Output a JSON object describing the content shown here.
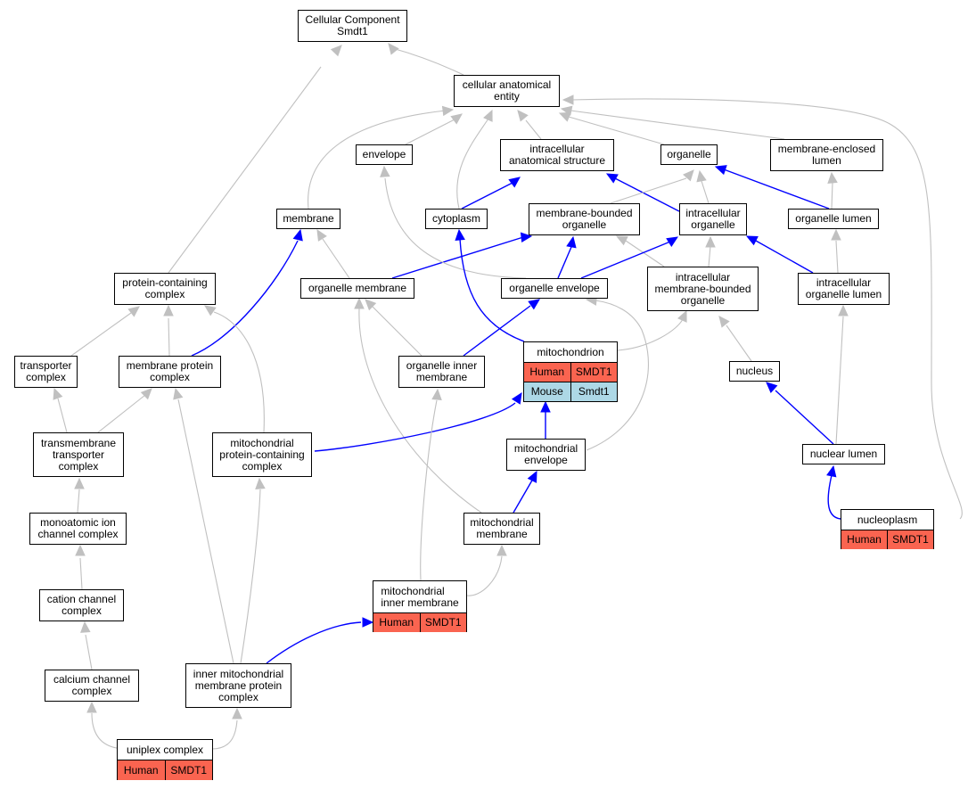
{
  "colors": {
    "is_a_edge": "#c0c0c0",
    "part_of_edge": "#0000ff",
    "human_fill": "#fa6450",
    "mouse_fill": "#add8e6"
  },
  "nodes": {
    "root": "Cellular Component\nSmdt1",
    "cae": "cellular anatomical\nentity",
    "envelope": "envelope",
    "ias": "intracellular\nanatomical structure",
    "organelle": "organelle",
    "mel": "membrane-enclosed\nlumen",
    "membrane": "membrane",
    "cytoplasm": "cytoplasm",
    "mbo": "membrane-bounded\norganelle",
    "io": "intracellular\norganelle",
    "ol": "organelle lumen",
    "pcc": "protein-containing\ncomplex",
    "om": "organelle membrane",
    "oe": "organelle envelope",
    "imbo": "intracellular\nmembrane-bounded\norganelle",
    "iol": "intracellular\norganelle lumen",
    "tc": "transporter\ncomplex",
    "mpc": "membrane protein\ncomplex",
    "oim": "organelle inner\nmembrane",
    "nucleus": "nucleus",
    "ttc": "transmembrane\ntransporter\ncomplex",
    "mpcc": "mitochondrial\nprotein-containing\ncomplex",
    "menv": "mitochondrial\nenvelope",
    "nl": "nuclear lumen",
    "maic": "monoatomic ion\nchannel complex",
    "mm": "mitochondrial\nmembrane",
    "ccc": "cation channel\ncomplex",
    "cachc": "calcium channel\ncomplex",
    "impc": "inner mitochondrial\nmembrane protein\ncomplex"
  },
  "tables": {
    "mito": {
      "title": "mitochondrion",
      "rows": [
        [
          "Human",
          "SMDT1"
        ],
        [
          "Mouse",
          "Smdt1"
        ]
      ]
    },
    "nucleoplasm": {
      "title": "nucleoplasm",
      "rows": [
        [
          "Human",
          "SMDT1"
        ]
      ]
    },
    "mim": {
      "title": "mitochondrial\ninner membrane",
      "rows": [
        [
          "Human",
          "SMDT1"
        ]
      ]
    },
    "uniplex": {
      "title": "uniplex complex",
      "rows": [
        [
          "Human",
          "SMDT1"
        ]
      ]
    }
  }
}
